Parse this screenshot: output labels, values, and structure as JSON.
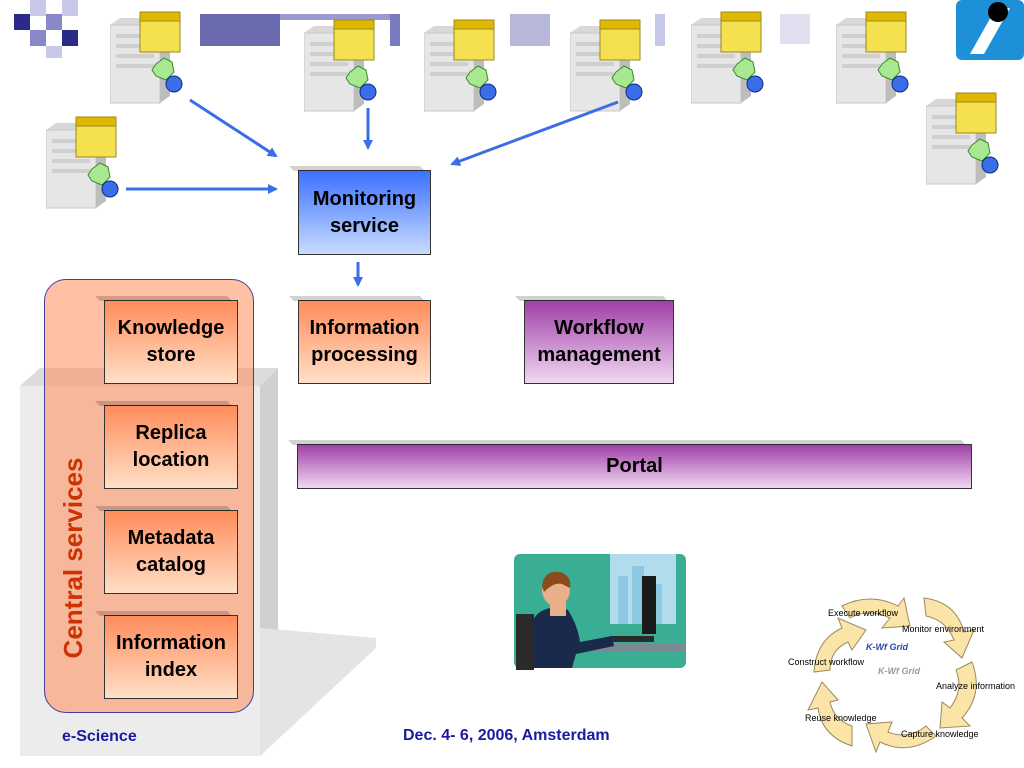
{
  "nodes": {
    "monitoring": "Monitoring\nservice",
    "information_processing": "Information\nprocessing",
    "workflow_management": "Workflow\nmanagement",
    "portal": "Portal",
    "knowledge_store": "Knowledge\nstore",
    "replica_location": "Replica\nlocation",
    "metadata_catalog": "Metadata\ncatalog",
    "information_index": "Information\nindex"
  },
  "central_services_label": "Central services",
  "footer": {
    "left": "e-Science",
    "center": "Dec. 4- 6, 2006, Amsterdam"
  },
  "cycle": {
    "steps": [
      "Execute workflow",
      "Monitor environment",
      "Analyze information",
      "Capture knowledge",
      "Reuse knowledge",
      "Construct workflow"
    ],
    "logo_text": "K-Wf Grid"
  },
  "colors": {
    "arrow": "#3a6ee8",
    "orange": "#ff8c5a",
    "purple": "#a040a8",
    "blue": "#3a70ff",
    "footer_text": "#1a1aa0",
    "central_label": "#cc3300"
  }
}
